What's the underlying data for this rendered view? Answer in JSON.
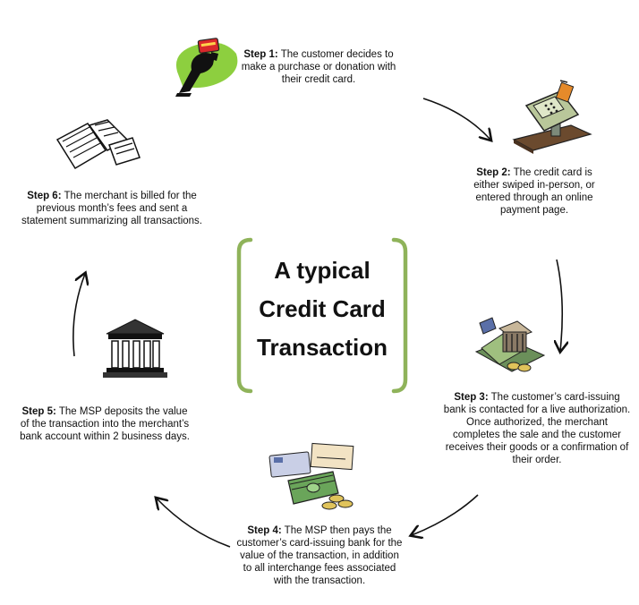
{
  "title": {
    "line1": "A typical",
    "line2": "Credit Card",
    "line3": "Transaction"
  },
  "steps": [
    {
      "label": "Step 1:",
      "text": " The customer decides to make a purchase or donation with their credit card."
    },
    {
      "label": "Step 2:",
      "text": " The credit card is either swiped in-person, or entered through an online payment page."
    },
    {
      "label": "Step 3:",
      "text": " The customer’s card-issuing bank is contacted for a live authorization. Once authorized, the merchant completes the sale and the customer receives their goods or a confirmation of their order."
    },
    {
      "label": "Step 4:",
      "text": " The MSP then pays the customer’s card-issuing bank for the value of the transaction, in addition to all interchange fees associated with the transaction."
    },
    {
      "label": "Step 5:",
      "text": " The MSP deposits the value of the transaction into the merchant’s bank account within 2 business days."
    },
    {
      "label": "Step 6:",
      "text": " The merchant is billed for the previous month’s fees and sent a statement summarizing all transactions."
    }
  ],
  "colors": {
    "bracket": "#8fb35a",
    "arrow": "#111111",
    "hand_bg": "#8dcf3f",
    "card": "#d9282b"
  }
}
